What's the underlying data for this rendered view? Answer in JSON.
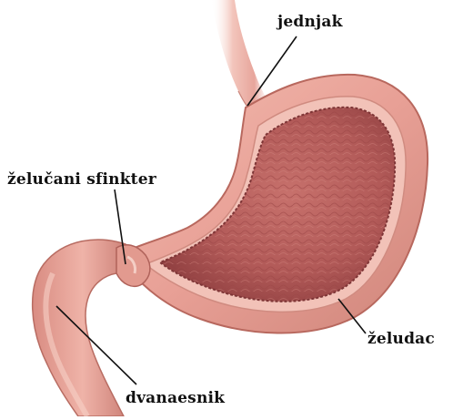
{
  "diagram": {
    "labels": {
      "esophagus": "jednjak",
      "pyloric_sphincter": "želučani sfinkter",
      "stomach": "želudac",
      "duodenum": "dvanaesnik"
    },
    "colors": {
      "outer_wall": "#e8a096",
      "outer_wall_dark": "#c77a70",
      "inner_lining": "#b95f5c",
      "inner_lining_dark": "#8f3f40",
      "wall_cut": "#f2c2b8",
      "leader_line": "#111111",
      "text": "#111111",
      "background": "#ffffff"
    }
  }
}
